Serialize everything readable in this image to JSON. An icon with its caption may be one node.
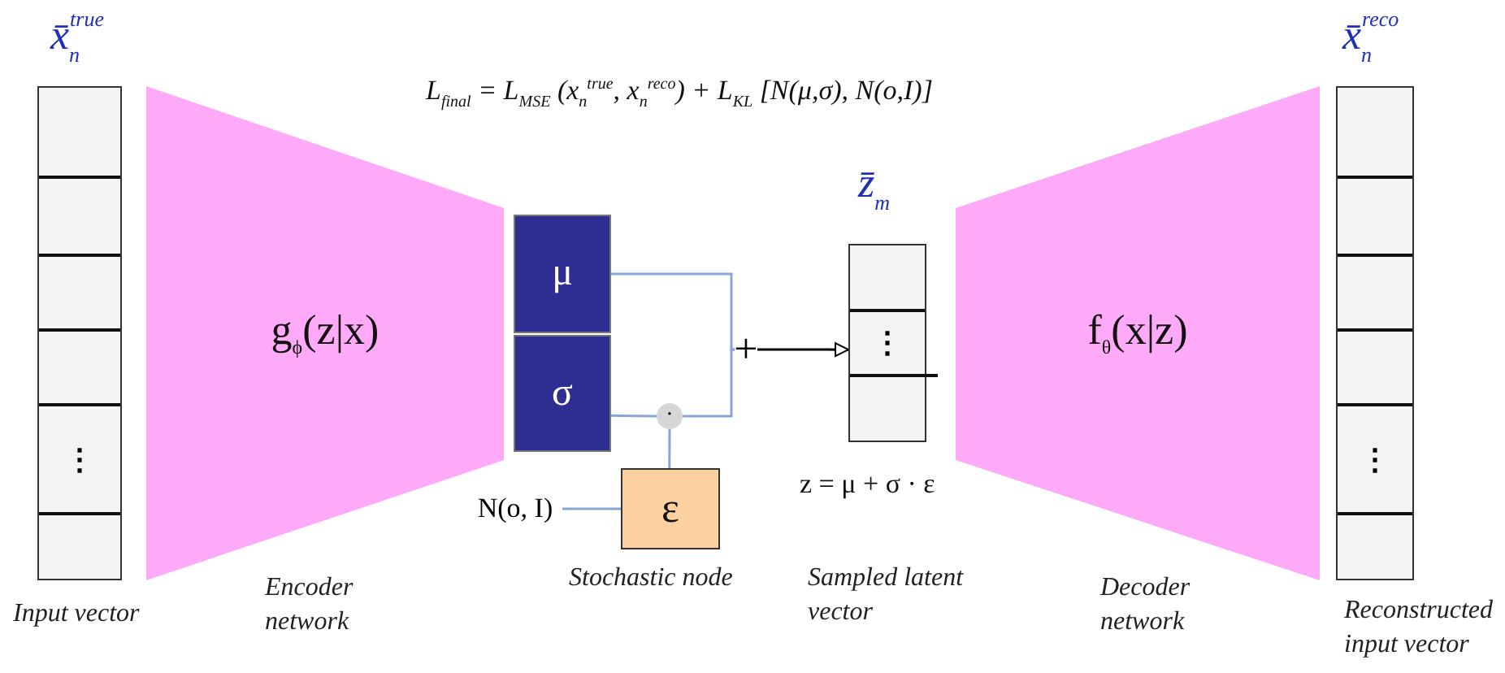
{
  "diagram": {
    "nodes": [
      {
        "text": [
          "x̄$_{n}$$^{true}$",
          "⋮"
        ],
        "beside": [
          "Input vector"
        ]
      },
      {
        "text": [
          "g$_{ϕ}$(z|x)"
        ],
        "beside": [
          "Encoder network"
        ]
      },
      {
        "text": [
          "μ"
        ]
      },
      {
        "text": [
          "σ"
        ]
      },
      {
        "text": [
          "·"
        ]
      },
      {
        "text": [
          "ε"
        ],
        "beside": [
          "Stochastic node"
        ]
      },
      {
        "text": [
          "N(o, I)"
        ]
      },
      {
        "text": [
          "+"
        ]
      },
      {
        "text": [
          "z̄$_{m}$",
          "⋮"
        ],
        "beside": [
          "z = μ + σ · ε"
        ]
      },
      {
        "text": [
          "f$_{θ}$(x|z)"
        ],
        "beside": [
          "Decoder network"
        ]
      },
      {
        "text": [
          "x̄$_{n}$$^{reco}$",
          "⋮"
        ],
        "beside": [
          "Reconstructed input vector"
        ]
      }
    ],
    "edges": [
      {
        "from": 6,
        "to": 5,
        "arrow": "none"
      },
      {
        "from": 5,
        "to": 4,
        "arrow": "none"
      },
      {
        "from": 3,
        "to": 4,
        "arrow": "none"
      },
      {
        "from": 2,
        "to": 7,
        "arrow": "none"
      },
      {
        "from": 4,
        "to": 7,
        "arrow": "none"
      },
      {
        "from": 7,
        "to": 8,
        "arrow": "to",
        "color": "#000000"
      }
    ],
    "labels": [
      "L$_{final}$ = L$_{MSE}$ (x$_{n}$$^{true}$, x$_{n}$$^{reco}$) + L$_{KL}$ [N(μ,σ), N(o,I)]",
      "Sampled latent vector"
    ]
  }
}
